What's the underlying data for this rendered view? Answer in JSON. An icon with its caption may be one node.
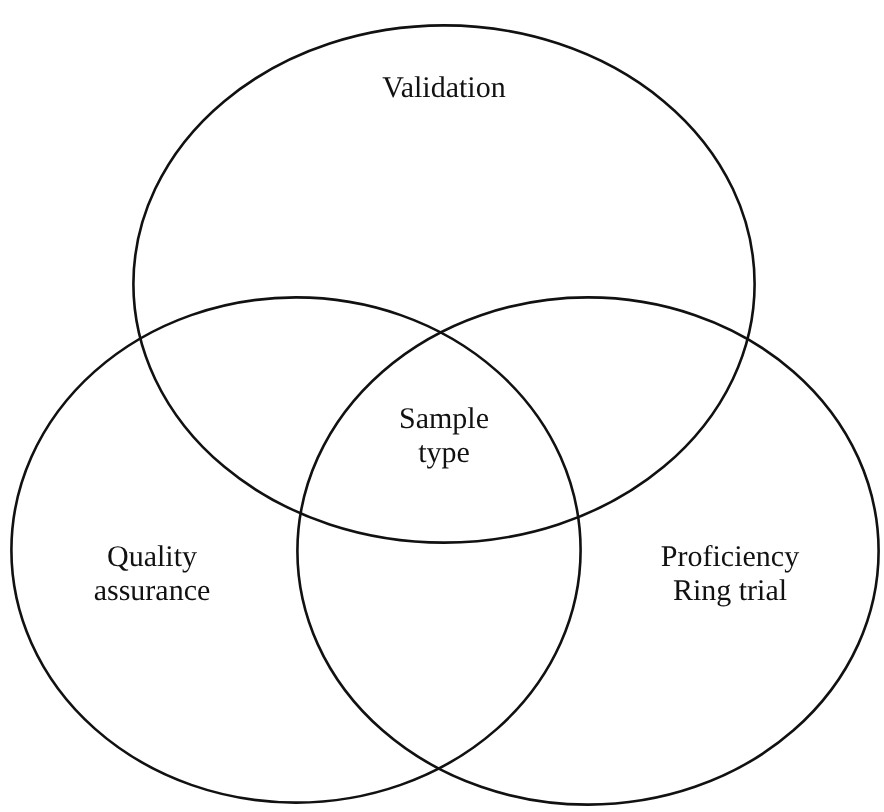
{
  "diagram": {
    "nodes": [
      {
        "text": [
          "Validation"
        ]
      },
      {
        "text": [
          "Quality assurance"
        ]
      },
      {
        "text": [
          "Proficiency Ring trial"
        ]
      }
    ],
    "labels": [
      "Sample type"
    ]
  }
}
